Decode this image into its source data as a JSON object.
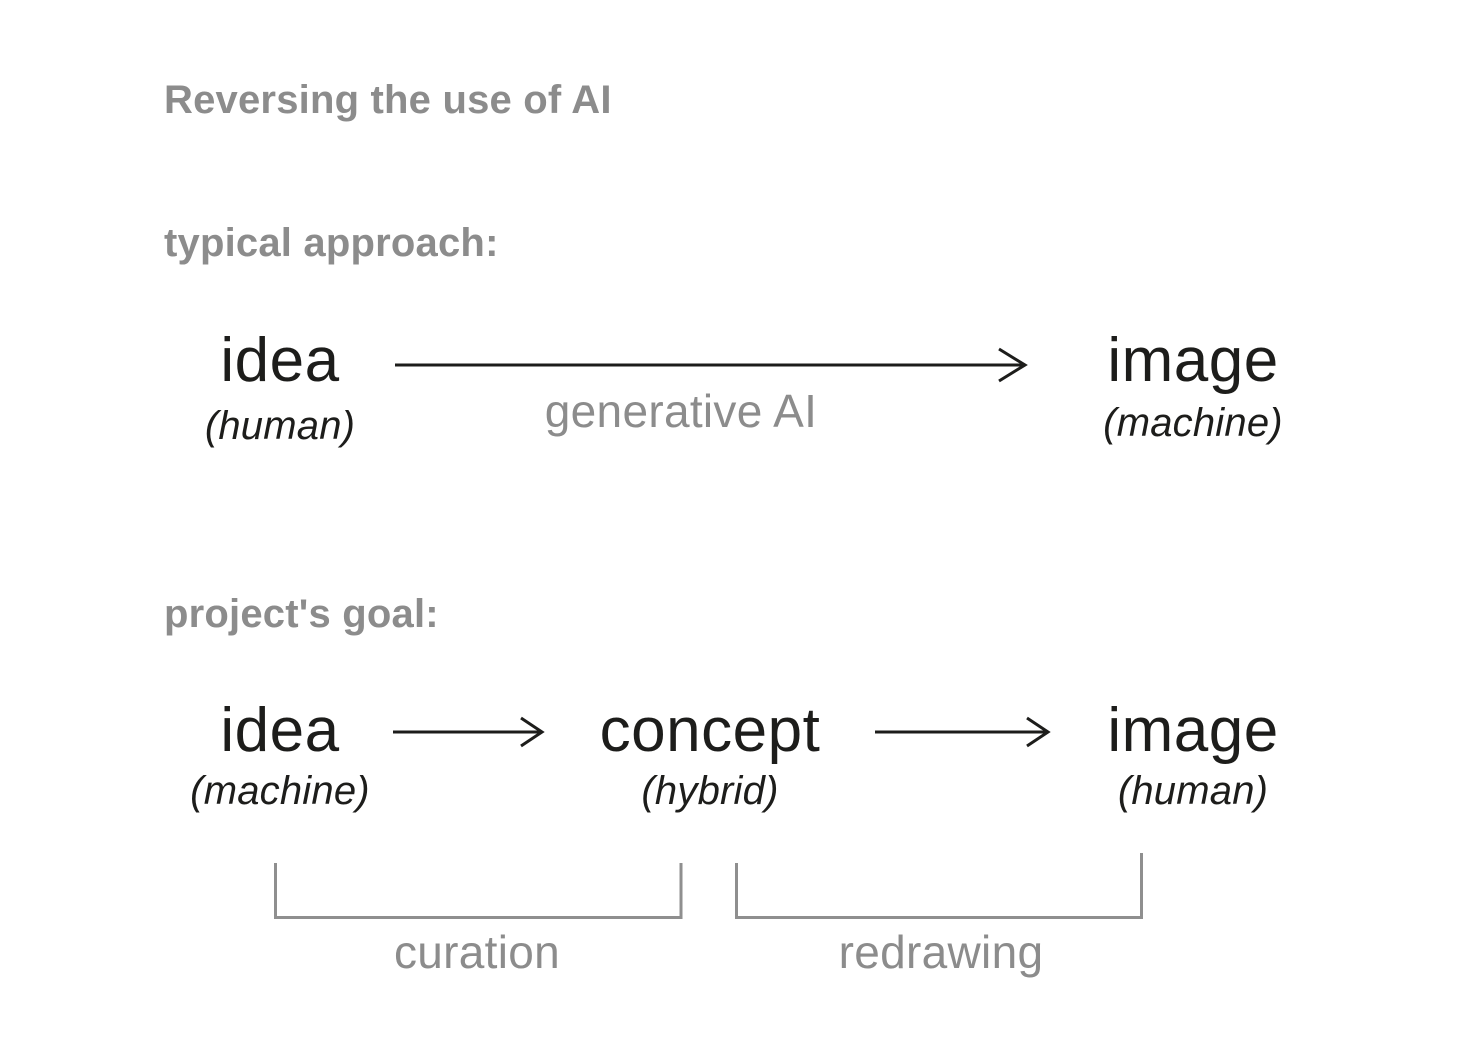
{
  "colors": {
    "background": "#ffffff",
    "ink": "#1d1d1b",
    "muted": "#8c8c8c",
    "bracket": "#8f8f8f"
  },
  "header": {
    "title": "Reversing the use of AI"
  },
  "sections": {
    "typical": {
      "heading": "typical approach:",
      "nodes": [
        {
          "label": "idea",
          "sub": "(human)"
        },
        {
          "label": "image",
          "sub": "(machine)"
        }
      ],
      "arrow_label": "generative AI"
    },
    "goal": {
      "heading": "project's goal:",
      "nodes": [
        {
          "label": "idea",
          "sub": "(machine)"
        },
        {
          "label": "concept",
          "sub": "(hybrid)"
        },
        {
          "label": "image",
          "sub": "(human)"
        }
      ],
      "process_labels": [
        "curation",
        "redrawing"
      ]
    }
  }
}
